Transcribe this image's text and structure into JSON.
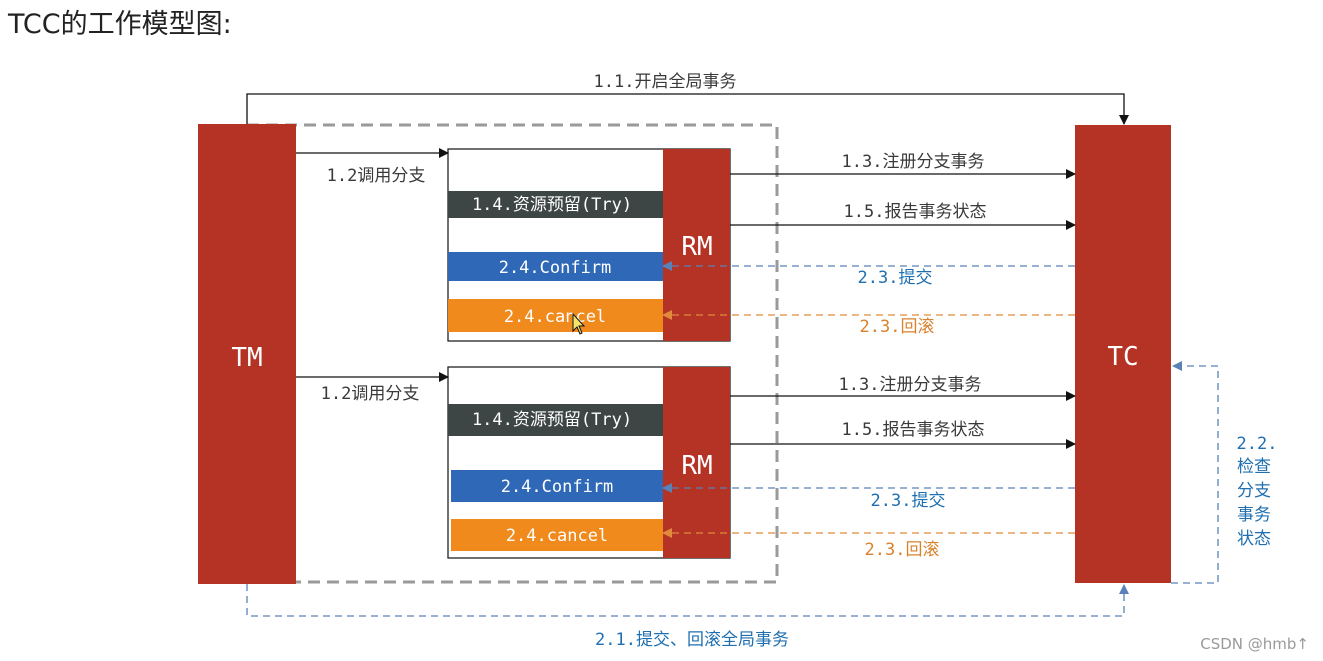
{
  "title": "TCC的工作模型图:",
  "tm_label": "TM",
  "tc_label": "TC",
  "rm_label": "RM",
  "edges": {
    "open_global": "1.1.开启全局事务",
    "call_branch": "1.2调用分支",
    "register_branch": "1.3.注册分支事务",
    "report_status": "1.5.报告事务状态",
    "commit": "2.3.提交",
    "rollback": "2.3.回滚",
    "global_commit_rollback": "2.1.提交、回滚全局事务",
    "check_status": [
      "2.2.",
      "检查",
      "分支",
      "事务",
      "状态"
    ]
  },
  "actions": {
    "try": "1.4.资源预留(Try)",
    "confirm": "2.4.Confirm",
    "cancel": "2.4.cancel"
  },
  "colors": {
    "red": "#b53325",
    "dark": "#3e4545",
    "blue": "#2f68b7",
    "orange": "#f08a1c",
    "dash_gray": "#9a9a9a",
    "dash_blue": "#5b82b8",
    "dash_orange": "#e08a3c"
  },
  "watermark": "CSDN @hmb↑"
}
